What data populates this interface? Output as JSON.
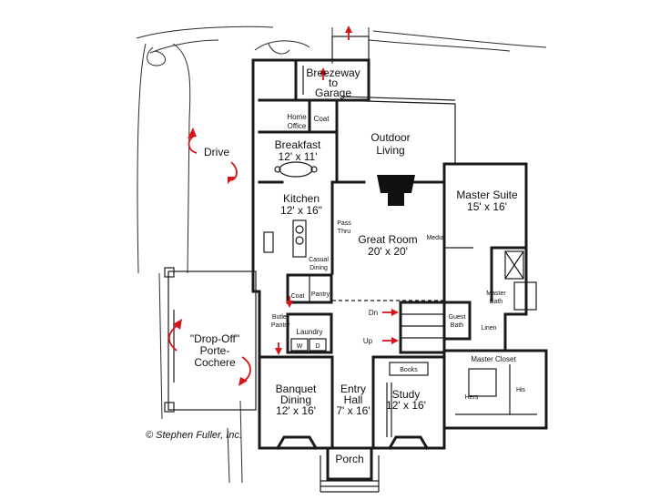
{
  "credit": "© Stephen Fuller, Inc.",
  "outdoor": {
    "drive": "Drive",
    "porte_line1": "\"Drop-Off\"",
    "porte_line2": "Porte-",
    "porte_line3": "Cochere",
    "breezeway_line1": "Breezeway",
    "breezeway_line2": "to",
    "breezeway_line3": "Garage",
    "porch": "Porch"
  },
  "rooms": {
    "home_office_line1": "Home",
    "home_office_line2": "Office",
    "coat_top": "Coat",
    "breakfast_name": "Breakfast",
    "breakfast_size": "12' x 11'",
    "outdoor_living_line1": "Outdoor",
    "outdoor_living_line2": "Living",
    "kitchen_name": "Kitchen",
    "kitchen_size": "12' x 16\"",
    "pass_thru_line1": "Pass",
    "pass_thru_line2": "Thru",
    "great_room_name": "Great Room",
    "great_room_size": "20' x 20'",
    "media": "Media",
    "master_suite_name": "Master Suite",
    "master_suite_size": "15' x 16'",
    "casual_dining_line1": "Casual",
    "casual_dining_line2": "Dining",
    "coat_mid": "Coat",
    "pantry": "Pantry",
    "butler_pantry_line1": "Butler",
    "butler_pantry_line2": "Pantry",
    "laundry": "Laundry",
    "w": "W",
    "d": "D",
    "dn": "Dn",
    "up": "Up",
    "guest_bath_line1": "Guest",
    "guest_bath_line2": "Bath",
    "linen": "Linen",
    "master_bath_line1": "Master",
    "master_bath_line2": "Bath",
    "books": "Books",
    "master_closet": "Master Closet",
    "hers": "Hers",
    "his": "His",
    "banquet_line1": "Banquet",
    "banquet_line2": "Dining",
    "banquet_size": "12' x 16'",
    "entry_line1": "Entry",
    "entry_line2": "Hall",
    "entry_size": "7' x 16'",
    "study_name": "Study",
    "study_size": "12' x 16'"
  },
  "colors": {
    "arrow": "#d7141a",
    "ink": "#1a1a1a"
  }
}
